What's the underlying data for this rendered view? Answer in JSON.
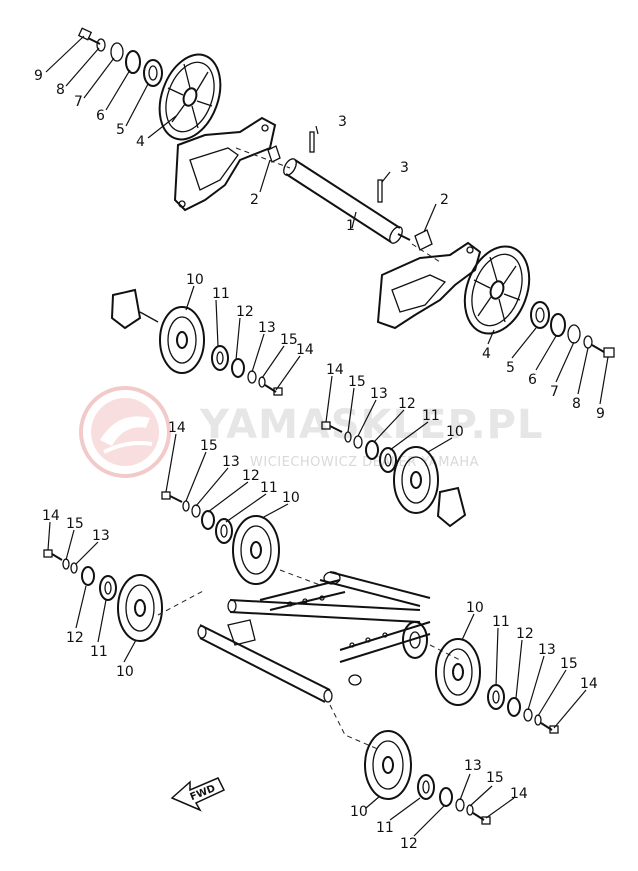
{
  "watermark": {
    "brand": "YAMASKLEP.PL",
    "subtitle": "WICIECHOWICZ DEALER YAMAHA",
    "color": "#e8a0a0"
  },
  "direction_label": "FWD",
  "callouts": [
    {
      "id": "c9a",
      "text": "9"
    },
    {
      "id": "c8a",
      "text": "8"
    },
    {
      "id": "c7a",
      "text": "7"
    },
    {
      "id": "c6a",
      "text": "6"
    },
    {
      "id": "c5a",
      "text": "5"
    },
    {
      "id": "c4a",
      "text": "4"
    },
    {
      "id": "c3a",
      "text": "3"
    },
    {
      "id": "c3b",
      "text": "3"
    },
    {
      "id": "c2a",
      "text": "2"
    },
    {
      "id": "c2b",
      "text": "2"
    },
    {
      "id": "c1",
      "text": "1"
    },
    {
      "id": "c4b",
      "text": "4"
    },
    {
      "id": "c5b",
      "text": "5"
    },
    {
      "id": "c6b",
      "text": "6"
    },
    {
      "id": "c7b",
      "text": "7"
    },
    {
      "id": "c8b",
      "text": "8"
    },
    {
      "id": "c9b",
      "text": "9"
    },
    {
      "id": "g1_10",
      "text": "10"
    },
    {
      "id": "g1_11",
      "text": "11"
    },
    {
      "id": "g1_12",
      "text": "12"
    },
    {
      "id": "g1_13",
      "text": "13"
    },
    {
      "id": "g1_15",
      "text": "15"
    },
    {
      "id": "g1_14",
      "text": "14"
    },
    {
      "id": "g2_14",
      "text": "14"
    },
    {
      "id": "g2_15",
      "text": "15"
    },
    {
      "id": "g2_13",
      "text": "13"
    },
    {
      "id": "g2_12",
      "text": "12"
    },
    {
      "id": "g2_11",
      "text": "11"
    },
    {
      "id": "g2_10",
      "text": "10"
    },
    {
      "id": "g3_14",
      "text": "14"
    },
    {
      "id": "g3_15",
      "text": "15"
    },
    {
      "id": "g3_13",
      "text": "13"
    },
    {
      "id": "g3_12",
      "text": "12"
    },
    {
      "id": "g3_11",
      "text": "11"
    },
    {
      "id": "g3_10",
      "text": "10"
    },
    {
      "id": "g4_14",
      "text": "14"
    },
    {
      "id": "g4_15",
      "text": "15"
    },
    {
      "id": "g4_13",
      "text": "13"
    },
    {
      "id": "g4_12",
      "text": "12"
    },
    {
      "id": "g4_11",
      "text": "11"
    },
    {
      "id": "g4_10",
      "text": "10"
    },
    {
      "id": "g5_10",
      "text": "10"
    },
    {
      "id": "g5_11",
      "text": "11"
    },
    {
      "id": "g5_12",
      "text": "12"
    },
    {
      "id": "g5_13",
      "text": "13"
    },
    {
      "id": "g5_15",
      "text": "15"
    },
    {
      "id": "g5_14",
      "text": "14"
    },
    {
      "id": "g6_10",
      "text": "10"
    },
    {
      "id": "g6_11",
      "text": "11"
    },
    {
      "id": "g6_12",
      "text": "12"
    },
    {
      "id": "g6_13",
      "text": "13"
    },
    {
      "id": "g6_15",
      "text": "15"
    },
    {
      "id": "g6_14",
      "text": "14"
    }
  ]
}
